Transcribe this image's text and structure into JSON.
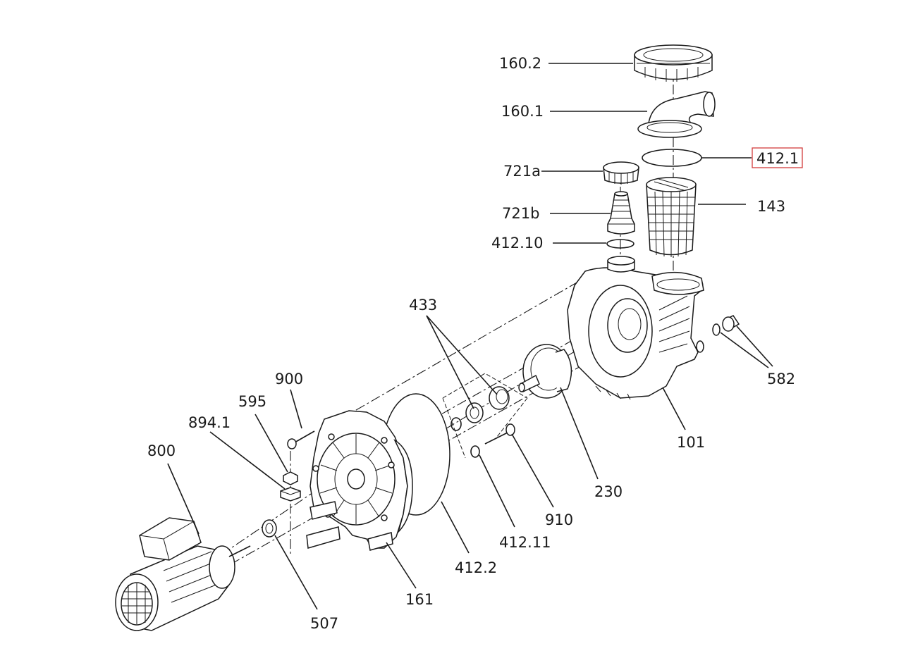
{
  "diagram": {
    "title": "Pump exploded parts view",
    "highlight_color": "#d23c3c",
    "labels": {
      "l160_2": "160.2",
      "l160_1": "160.1",
      "l412_1": "412.1",
      "l721a": "721a",
      "l721b": "721b",
      "l143": "143",
      "l412_10": "412.10",
      "l433": "433",
      "l582": "582",
      "l900": "900",
      "l595": "595",
      "l894_1": "894.1",
      "l800": "800",
      "l101": "101",
      "l230": "230",
      "l910": "910",
      "l412_11": "412.11",
      "l412_2": "412.2",
      "l161": "161",
      "l507": "507"
    }
  }
}
